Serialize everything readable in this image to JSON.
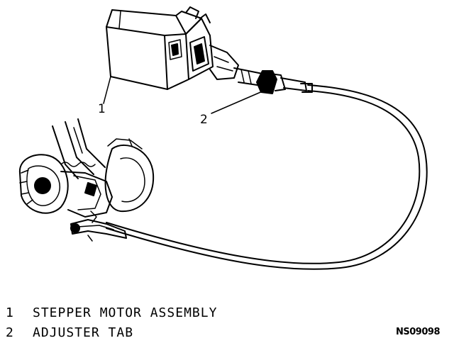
{
  "callouts": {
    "one": "1",
    "two": "2"
  },
  "legend": [
    {
      "number": "1",
      "label": "STEPPER MOTOR ASSEMBLY"
    },
    {
      "number": "2",
      "label": "ADJUSTER TAB"
    }
  ],
  "figure_code": "NS09098"
}
